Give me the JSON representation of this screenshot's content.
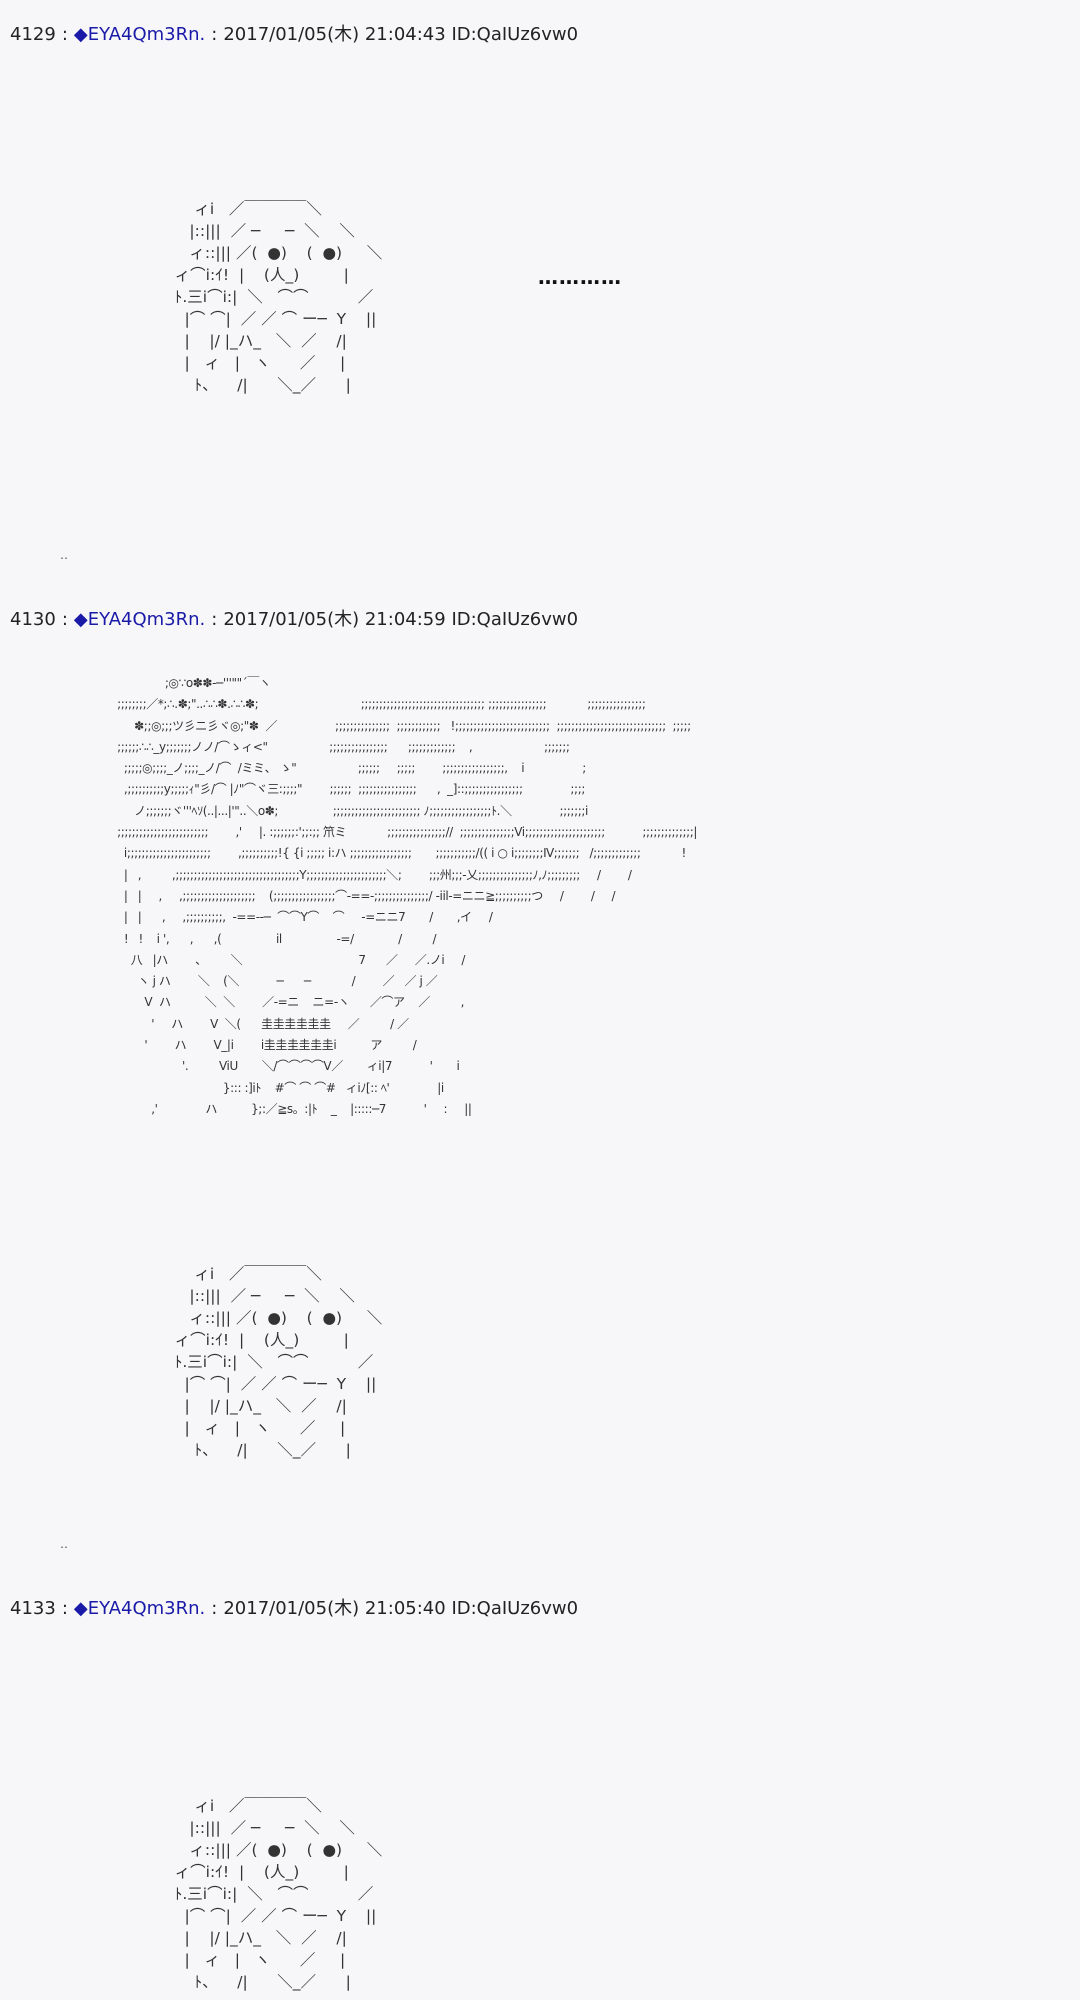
{
  "posts": [
    {
      "number": "4129",
      "trip": "◆EYA4Qm3Rn.",
      "datetime": "2017/01/05(木) 21:04:43",
      "id": "ID:QaIUz6vw0",
      "aa": "         ィi   ／￣￣￣￣＼\n        |::|||  ／ ─     ─  ＼    ＼\n        ィ::||| ／(  ●)    (  ●)     ＼\n     ィ⌒i:ｲ!  |    (人_)         |\n     ﾄ.三i⌒i:|  ＼   ⌒⌒          ／\n       |⌒ ⌒|  ／ ／ ⌒ ー─  Y    ||\n       |    |/ |_ハ_   ＼  ／    /|\n       |   ィ   |   ヽ      ／     |\n         ﾄ、    /|      ＼_／      |",
      "side": "…………",
      "trail": "‥"
    },
    {
      "number": "4130",
      "trip": "◆EYA4Qm3Rn.",
      "datetime": "2017/01/05(木) 21:04:59",
      "id": "ID:QaIUz6vw0",
      "scene": "                   ;◎∵o✽✽-─'''\"\"´￣ヽ\n     ;;;;;;;;／*;∴.✽;\"..∴∴✽.∴∴✽;                              ;;;;;;;;;;;;;;;;;;;;;;;;;;;;;;;;;; ;;;;;;;;;;;;;;;;            ;;;;;;;;;;;;;;;;\n          ✽;;◎;;;ツ彡ニ彡ヾ◎;\"✽  ／                 ;;;;;;;;;;;;;;;  ;;;;;;;;;;;;   !;;;;;;;;;;;;;;;;;;;;;;;;;;  ;;;;;;;;;;;;;;;;;;;;;;;;;;;;;;  ;;;;;\n     ;;;;;;∴∴_y;;;;;;;ノノ/⌒ゝィ<\"                  ;;;;;;;;;;;;;;;;      ;;;;;;;;;;;;;    ,                     ;;;;;;;\n       ;;;;;◎;;;;_ノ;;;;_ノ/⌒  /ミミ、 ゝ\"                  ;;;;;;     ;;;;;        ;;;;;;;;;;;;;;;;;,    i                 ;\n       ,;;;;;;;;;;y;;;;;ｨ\"彡/⌒ |ﾉ\"⌒ヾ三:;;;;\"        ;;;;;;  ;;;;;;;;;;;;;;;;      ,  _]::;;;;;;;;;;;;;;;;              ;;;;\n          ノ;;;;;;;ヾ'''ﾍｿ(..|...|'\"..＼o✽;                ;;;;;;;;;;;;;;;;;;;;;;;; ﾉ;;;;;;;;;;;;;;;;;ﾄ.＼              ;;;;;;;i\n     ;;;;;;;;;;;;;;;;;;;;;;;;;        ,'     |. :;;;;;;:';;:;; 笊ミ            ;;;;;;;;;;;;;;;;//  ;;;;;;;;;;;;;;;Vi;;;;;;;;;;;;;;;;;;;;;;           ;;;;;;;;;;;;;;| \n       i;;;;;;;;;;;;;;;;;;;;;;;        ,;;;;;;;;;;!{ {i ;;;;; i:ハ ;;;;;;;;;;;;;;;;;       ;;;;;;;;;;;/(( i ○ i;;;;;;;;Ⅳ;;;;;;;   /;;;;;;;;;;;;;            !\n       |   ,         ,;;;;;;;;;;;;;;;;;;;;;;;;;;;;;;;;;;Y;;;;;;;;;;;;;;;;;;;;;;＼;        ;;;州;;;-乂;;;;;;;;;;;;;;;ﾉ,ﾉ;;;;;;;;;     /        /\n       |   |     ,     ,;;;;;;;;;;;;;;;;;;;;    (;;;;;;;;;;;;;;;;;⌒-==-;;;;;;;;;;;;;;;/ -iil-=ニニ≧;;;;;;;;;;つ     /        /     /\n       |   |      ,     ,;;;;;;;;;;,  -==--─  ⌒⌒Y⌒    ⌒     -=ニニ7       /       ,イ     /\n       !   !    i ',      ,      ,(                il                -=/             /         /\n         八   |ハ        、       ＼                                  7      ／     ／.ノi     /\n           ヽ j ハ        ＼    (＼           ─      ─            /        ／   ／ j ／\n             V  ハ          ＼  ＼        ／-=ニ    ニ=-ヽ      ／⌒ア    ／         ,\n               '     ハ        V  ＼(      圭圭圭圭圭圭     ／         / ／\n             '        ハ        V_|i        i圭圭圭圭圭圭i          ア         /\n                        '.         ViU       ＼/⌒⌒⌒⌒V／       ィi|7           '       i\n                                    }::: :]iﾄ    #⌒ ⌒ ⌒#   ィiﾉ[:: ﾍ'              |i\n               ,'              ハ          };:／≧s。:|ﾄ    _    |:::::─7           '     :     ||",
      "aa": "         ィi   ／￣￣￣￣＼\n        |::|||  ／ ─     ─  ＼    ＼\n        ィ::||| ／(  ●)    (  ●)     ＼\n     ィ⌒i:ｲ!  |    (人_)         |\n     ﾄ.三i⌒i:|  ＼   ⌒⌒          ／\n       |⌒ ⌒|  ／ ／ ⌒ ー─  Y    ||\n       |    |/ |_ハ_   ＼  ／    /|\n       |   ィ   |   ヽ      ／     |\n         ﾄ、    /|      ＼_／      |",
      "trail": "‥"
    },
    {
      "number": "4133",
      "trip": "◆EYA4Qm3Rn.",
      "datetime": "2017/01/05(木) 21:05:40",
      "id": "ID:QaIUz6vw0",
      "aa": "         ィi   ／￣￣￣￣＼\n        |::|||  ／ ─     ─  ＼    ＼\n        ィ::||| ／(  ●)    (  ●)     ＼\n     ィ⌒i:ｲ!  |    (人_)         |\n     ﾄ.三i⌒i:|  ＼   ⌒⌒          ／\n       |⌒ ⌒|  ／ ／ ⌒ ー─  Y    ||\n       |    |/ |_ハ_   ＼  ／    /|\n       |   ィ   |   ヽ      ／     |\n         ﾄ、    /|      ＼_／      |"
    }
  ]
}
